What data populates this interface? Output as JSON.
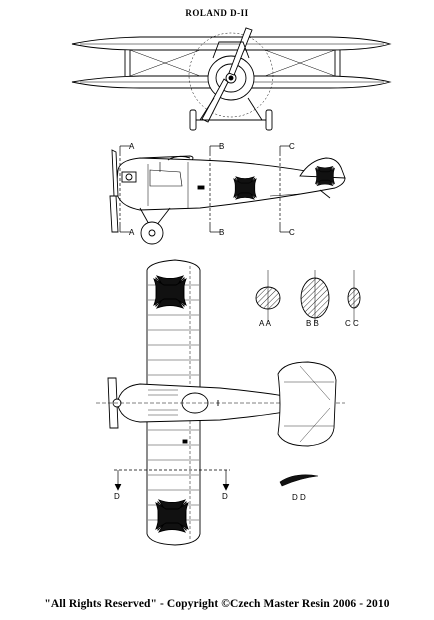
{
  "title": "ROLAND D-II",
  "section_labels": {
    "a": "A",
    "b": "B",
    "c": "C",
    "d": "D",
    "aa": "A A",
    "bb": "B B",
    "cc": "C C",
    "dd": "D D"
  },
  "footer": "\"All Rights Reserved\" - Copyright ©Czech Master Resin 2006 - 2010"
}
